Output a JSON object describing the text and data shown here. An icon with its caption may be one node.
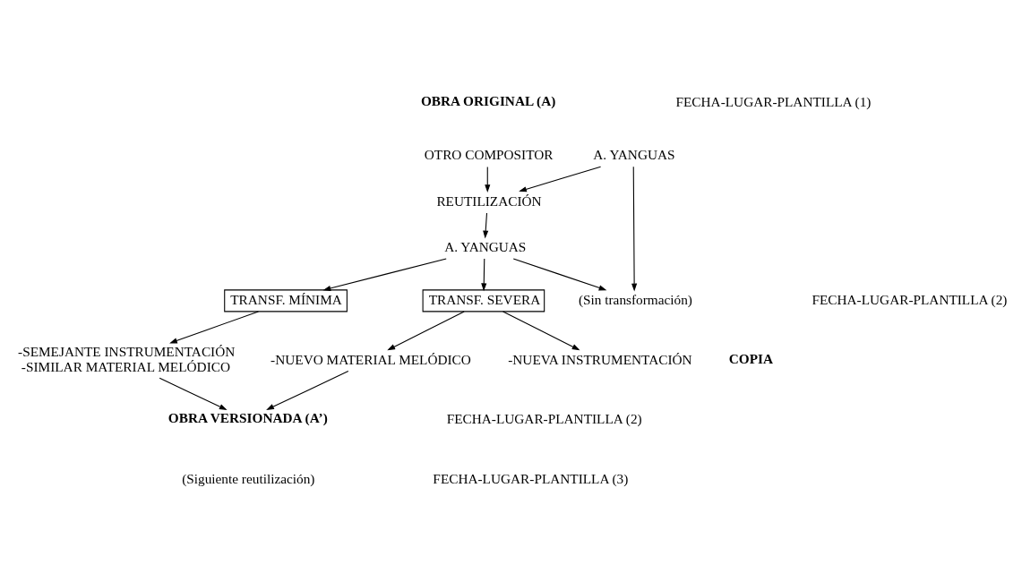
{
  "diagram": {
    "nodes": [
      {
        "text": [
          "OBRA ORIGINAL (A)"
        ]
      },
      {
        "text": [
          "OTRO COMPOSITOR"
        ]
      },
      {
        "text": [
          "A. YANGUAS"
        ]
      },
      {
        "text": [
          "REUTILIZACIÓN"
        ]
      },
      {
        "text": [
          "A. YANGUAS"
        ]
      },
      {
        "text": [
          "(Sin transformación)"
        ]
      },
      {
        "text": [
          "COPIA"
        ]
      },
      {
        "text": [
          "TRANSF. MÍNIMA"
        ]
      },
      {
        "text": [
          "TRANSF. SEVERA"
        ]
      },
      {
        "text": [
          "-SEMEJANTE INSTRUMENTACIÓN",
          "-SIMILAR MATERIAL MELÓDICO"
        ]
      },
      {
        "text": [
          "-NUEVA INSTRUMENTACIÓN"
        ]
      },
      {
        "text": [
          "-NUEVO MATERIAL MELÓDICO"
        ]
      },
      {
        "text": [
          "OBRA VERSIONADA (A’)"
        ]
      },
      {
        "text": [
          "(Siguiente reutilización)"
        ]
      }
    ],
    "labels": [
      "FECHA-LUGAR-PLANTILLA (1)",
      "FECHA-LUGAR-PLANTILLA (2)",
      "FECHA-LUGAR-PLANTILLA (2)",
      "FECHA-LUGAR-PLANTILLA (3)"
    ],
    "edges": [
      {
        "from": 1,
        "to": 3,
        "arrow": "to"
      },
      {
        "from": 2,
        "to": 3,
        "arrow": "to"
      },
      {
        "from": 3,
        "to": 4,
        "arrow": "to"
      },
      {
        "from": 4,
        "to": 7,
        "arrow": "to"
      },
      {
        "from": 4,
        "to": 8,
        "arrow": "to"
      },
      {
        "from": 4,
        "to": 5,
        "arrow": "to"
      },
      {
        "from": 2,
        "to": 5,
        "arrow": "to"
      },
      {
        "from": 7,
        "to": 9,
        "arrow": "to"
      },
      {
        "from": 8,
        "to": 11,
        "arrow": "to"
      },
      {
        "from": 8,
        "to": 10,
        "arrow": "to"
      },
      {
        "from": 9,
        "to": 12,
        "arrow": "to"
      },
      {
        "from": 11,
        "to": 12,
        "arrow": "to"
      }
    ]
  }
}
